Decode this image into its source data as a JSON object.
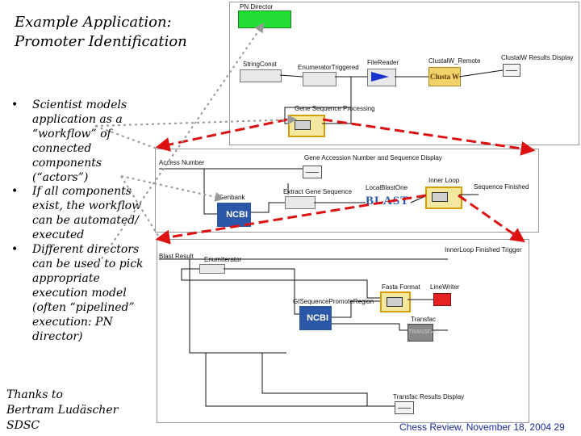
{
  "slide": {
    "title_line1": "Example Application:",
    "title_line2": "Promoter Identification",
    "bullets": [
      "Scientist models application as a “workflow” of connected components (“actors”)",
      "If all components exist, the workflow can be automated/ executed",
      "Different directors can be used to pick appropriate execution model (often “pipelined” execution: PN director)"
    ],
    "bullet_marker": "•",
    "thanks_line1": "Thanks to",
    "thanks_line2": "Bertram Ludäscher",
    "thanks_line3": "SDSC",
    "footer": "Chess Review, November 18, 2004  29"
  },
  "workflow_top": {
    "director": "PN Director",
    "string_const": "StringConst",
    "enumerator_triggered": "EnumeratorTriggered",
    "file_reader": "FileReader",
    "clustalw_remote": "ClustalW_Remote",
    "clustalw_results_display": "ClustalW Results Display",
    "gene_sequence_processing": "Gene Sequence Processing",
    "clustal_logo": "Clusta W"
  },
  "workflow_middle": {
    "accession_number": "Access Number",
    "gene_accession_display": "Gene Accession Number and Sequence Display",
    "genbank": "Genbank",
    "extract_gene_sequence": "Extract Gene Sequence",
    "local_blast_one": "LocalBlastOne",
    "inner_loop": "Inner Loop",
    "sequence_finished": "Sequence Finished",
    "ncbi_logo": "NCBI",
    "blast_logo": "BLAST"
  },
  "workflow_bottom": {
    "blast_result": "Blast Result",
    "enumerator": "EnumIterator",
    "innerloop_finished_trigger": "InnerLoop Finished Trigger",
    "fasta_format": "Fasta Format",
    "line_writer": "LineWriter",
    "gi_sequence_promote_region": "GISequencePromoteRegion",
    "transfac": "Transfac",
    "transfac_results_display": "Transfac Results Display",
    "ncbi_logo": "NCBI",
    "transtac_logo": "TRANSFAC"
  },
  "colors": {
    "dashed_connector": "#dd1111",
    "dotted_connector": "#999999",
    "director": "#22dd33",
    "composite_border": "#d4a000",
    "footer": "#1a2a9a"
  }
}
